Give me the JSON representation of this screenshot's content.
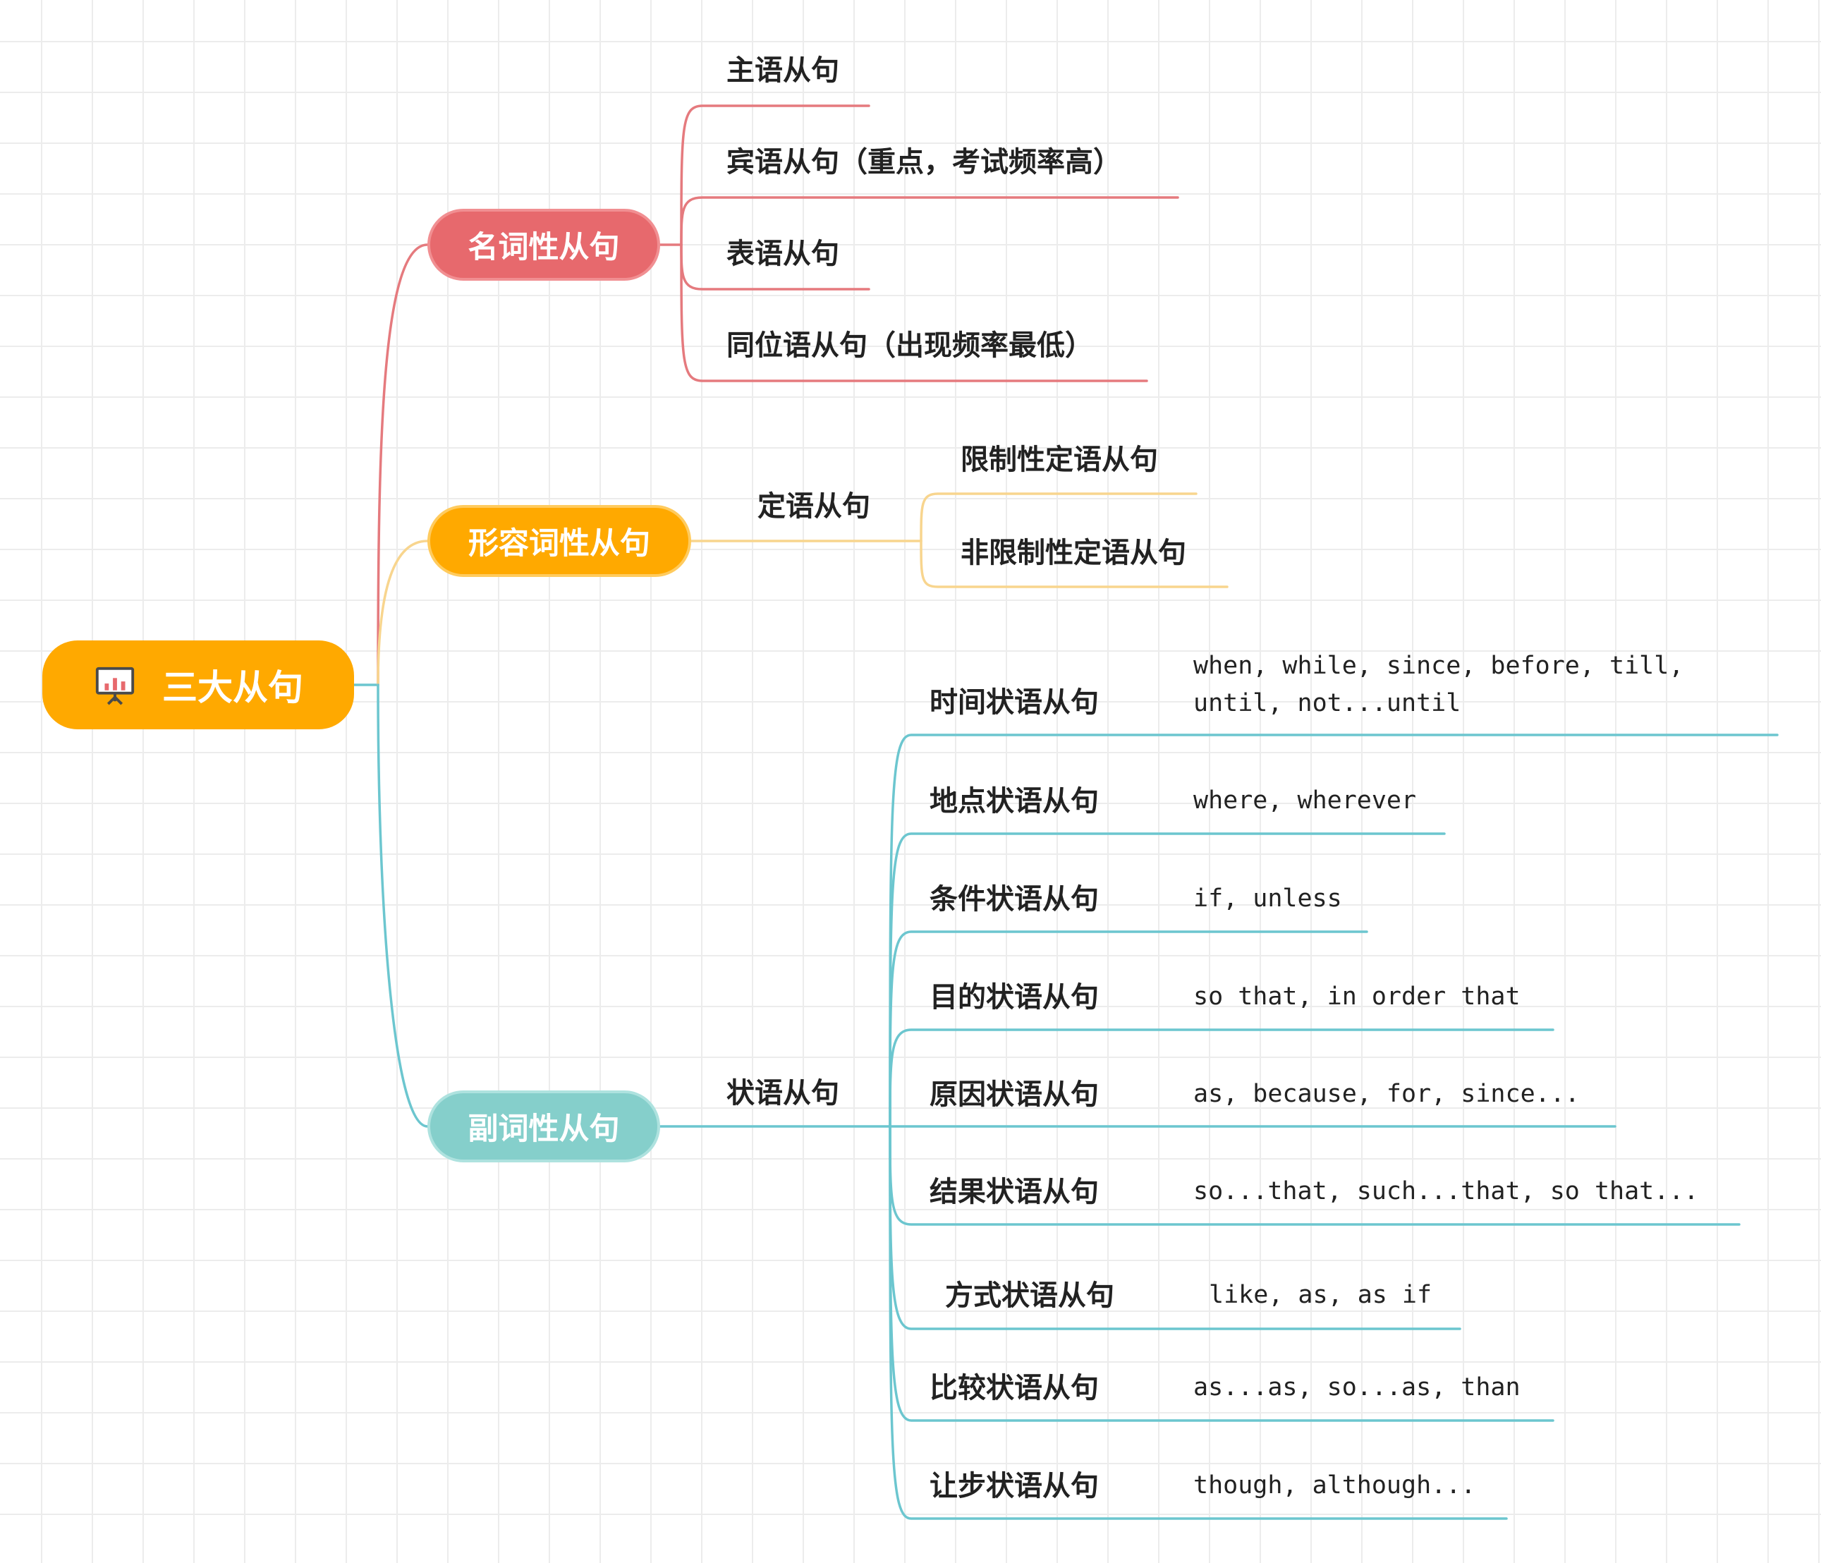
{
  "colors": {
    "noun": "#E7696D",
    "noun_line": "#E57A7E",
    "adjective": "#FFA900",
    "adjective_line": "#F8D58E",
    "adverb": "#85CFCB",
    "adverb_line": "#6CC6CF"
  },
  "root": {
    "label": "三大从句",
    "icon": "presentation-board-icon"
  },
  "noun": {
    "label": "名词性从句",
    "children": [
      "主语从句",
      "宾语从句（重点，考试频率高）",
      "表语从句",
      "同位语从句（出现频率最低）"
    ]
  },
  "adjective": {
    "label": "形容词性从句",
    "child": "定语从句",
    "grandchildren": [
      "限制性定语从句",
      "非限制性定语从句"
    ]
  },
  "adverb": {
    "label": "副词性从句",
    "child": "状语从句",
    "items": [
      {
        "name": "时间状语从句",
        "keywords": "when, while, since, before, till, until, not...until"
      },
      {
        "name": "地点状语从句",
        "keywords": "where, wherever"
      },
      {
        "name": "条件状语从句",
        "keywords": "if, unless"
      },
      {
        "name": "目的状语从句",
        "keywords": "so that, in order that"
      },
      {
        "name": "原因状语从句",
        "keywords": "as, because, for, since..."
      },
      {
        "name": "结果状语从句",
        "keywords": "so...that, such...that, so that..."
      },
      {
        "name": "方式状语从句",
        "keywords": "like, as, as if"
      },
      {
        "name": "比较状语从句",
        "keywords": "as...as, so...as, than"
      },
      {
        "name": "让步状语从句",
        "keywords": "though, although..."
      }
    ]
  }
}
